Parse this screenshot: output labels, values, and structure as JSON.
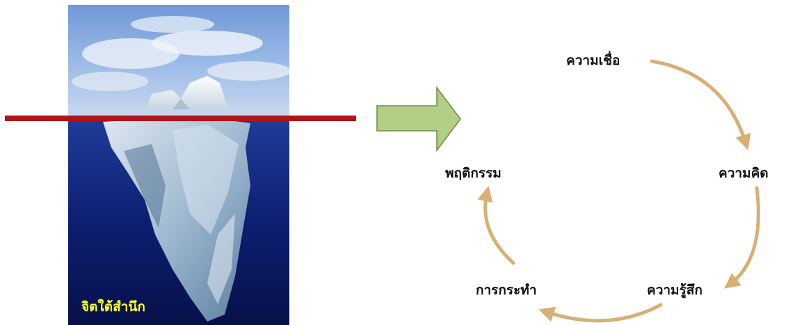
{
  "iceberg": {
    "caption": "จิตใต้สำนึก"
  },
  "cycle": {
    "labels": {
      "belief": "ความเชื่อ",
      "thought": "ความคิด",
      "feeling": "ความรู้สึก",
      "action": "การกระทำ",
      "behavior": "พฤติกรรม"
    }
  },
  "colors": {
    "waterline": "#b0141a",
    "arrow_fill": "#b3ce86",
    "arrow_stroke": "#6e8a3e",
    "cycle_arrow": "#d6b075",
    "caption": "#ffff1e"
  }
}
